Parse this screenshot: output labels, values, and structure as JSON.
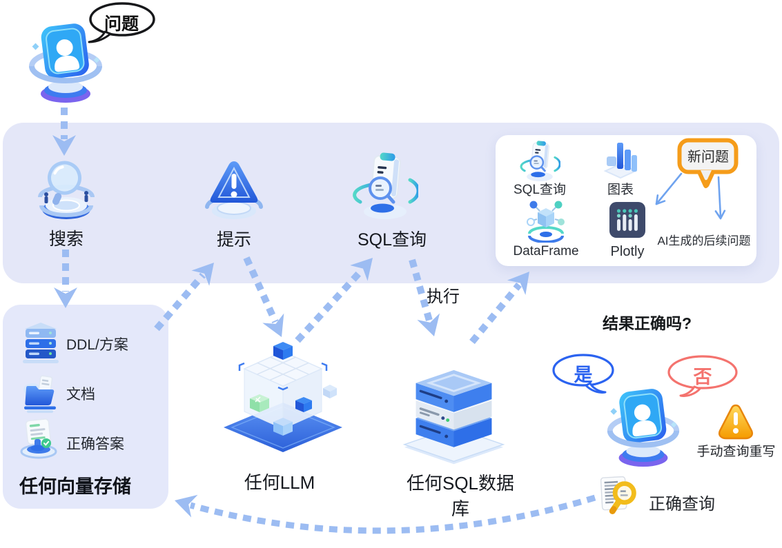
{
  "colors": {
    "band_bg": "#E4E7F8",
    "panel_bg": "#E4E8FA",
    "card_bg": "#FFFFFF",
    "dashed_arrow": "#9CBCF2",
    "thin_arrow": "#6FA3EF",
    "yes_color": "#2B63F0",
    "no_color": "#F4736E",
    "new_question_border": "#F59C1A",
    "plotly_bg": "#3E4A6B",
    "warning_yellow": "#FFC93C"
  },
  "top": {
    "question_bubble": "问题",
    "user_icon": "user-avatar-icon"
  },
  "band": {
    "steps": [
      {
        "label": "搜索",
        "icon": "search-magnifier-icon"
      },
      {
        "label": "提示",
        "icon": "prompt-warning-icon"
      },
      {
        "label": "SQL查询",
        "icon": "sql-query-doc-icon"
      }
    ]
  },
  "output_card": {
    "items": [
      {
        "label": "SQL查询",
        "icon": "sql-query-doc-icon"
      },
      {
        "label": "图表",
        "icon": "bar-chart-icon"
      },
      {
        "label": "DataFrame",
        "icon": "dataframe-cube-icon"
      },
      {
        "label": "Plotly",
        "icon": "plotly-logo-icon"
      }
    ],
    "new_question_bubble": "新问题",
    "followup_caption": "AI生成的后续问题"
  },
  "edges": {
    "execute_label": "执行"
  },
  "vector_store_panel": {
    "items": [
      {
        "label": "DDL/方案",
        "icon": "server-stack-icon"
      },
      {
        "label": "文档",
        "icon": "folder-docs-icon"
      },
      {
        "label": "正确答案",
        "icon": "verified-answer-icon"
      }
    ],
    "title": "任何向量存储"
  },
  "llm": {
    "label": "任何LLM",
    "icon": "llm-cube-icon"
  },
  "sql_db": {
    "label": "任何SQL数据库",
    "icon": "database-stack-icon"
  },
  "review": {
    "question": "结果正确吗?",
    "yes": "是",
    "no": "否",
    "manual_rewrite": "手动查询重写",
    "correct_query": "正确查询",
    "user_icon": "user-avatar-icon",
    "warning_icon": "warning-triangle-icon",
    "query_icon": "doc-magnifier-icon"
  }
}
